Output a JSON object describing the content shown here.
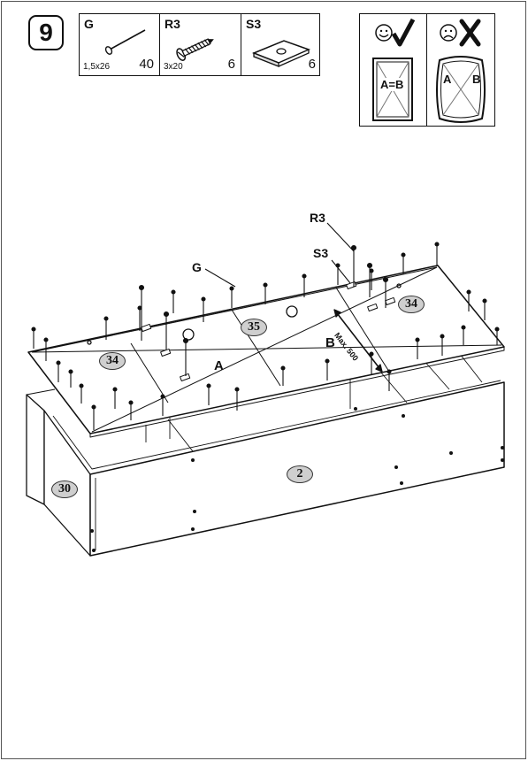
{
  "step": {
    "number": "9"
  },
  "parts": [
    {
      "id": "G",
      "size": "1,5x26",
      "qty": "40",
      "icon": "nail-icon"
    },
    {
      "id": "R3",
      "size": "3x20",
      "qty": "6",
      "icon": "screw-icon"
    },
    {
      "id": "S3",
      "size": "",
      "qty": "6",
      "icon": "bracket-plate-icon"
    }
  ],
  "check": {
    "good_label": "A=B",
    "bad_label_a": "A",
    "bad_label_b": "B",
    "good_icon": "smiley-check-icon",
    "bad_icon": "sad-cross-icon"
  },
  "callouts": {
    "r3": "R3",
    "s3": "S3",
    "g": "G",
    "diag_a": "A",
    "diag_b": "B",
    "max_note": "Max. 500"
  },
  "panels": {
    "p34_left": "34",
    "p35": "35",
    "p34_right": "34",
    "p2": "2",
    "p30": "30"
  },
  "colors": {
    "line": "#111111",
    "panel_badge": "#cfcfcf",
    "background": "#ffffff"
  }
}
